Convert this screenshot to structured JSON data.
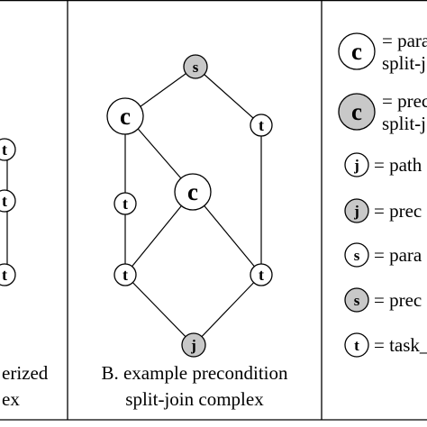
{
  "colors": {
    "shaded_fill": "#c8c8c8",
    "plain_fill": "#ffffff",
    "stroke": "#000000"
  },
  "left_panel": {
    "node_labels": [
      "t",
      "t",
      "t"
    ],
    "caption_line1": "erized",
    "caption_line2": "ex"
  },
  "middle_panel": {
    "node_labels": {
      "s": "s",
      "c1": "c",
      "t_right_top": "t",
      "t_left_mid": "t",
      "c2": "c",
      "t_bottom_left": "t",
      "t_bottom_right": "t",
      "j": "j"
    },
    "caption_line1": "B. example precondition",
    "caption_line2": "split-join complex"
  },
  "legend": {
    "items": [
      {
        "symbol": "c",
        "shaded": false,
        "line1": "= para",
        "line2": "split-j"
      },
      {
        "symbol": "c",
        "shaded": true,
        "line1": "= prec",
        "line2": "split-j"
      },
      {
        "symbol": "j",
        "shaded": false,
        "line1": "= path",
        "line2": ""
      },
      {
        "symbol": "j",
        "shaded": true,
        "line1": "= prec",
        "line2": ""
      },
      {
        "symbol": "s",
        "shaded": false,
        "line1": "= para",
        "line2": ""
      },
      {
        "symbol": "s",
        "shaded": true,
        "line1": "= prec",
        "line2": ""
      },
      {
        "symbol": "t",
        "shaded": false,
        "line1": "= task_",
        "line2": ""
      }
    ]
  }
}
